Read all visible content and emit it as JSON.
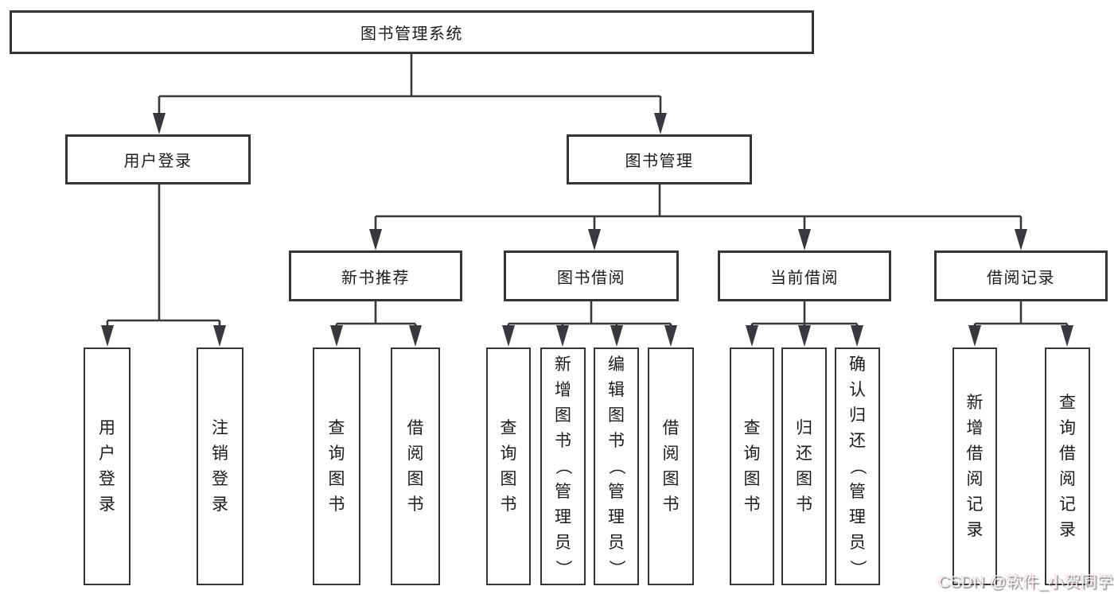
{
  "diagram": {
    "watermark": "CSDN @软件_小贺同学",
    "colors": {
      "line": "#38393c",
      "box_border": "#333538",
      "text": "#1a1b1d",
      "background": "#ffffff",
      "watermark_fill": "#f2f2f2",
      "watermark_shadow": "#5a5b5f",
      "watermark_accent": "#fc5b6e"
    }
  },
  "tree": {
    "root": {
      "label": "图书管理系统",
      "children": [
        {
          "label": "用户登录",
          "children": [
            {
              "label": "用户登录"
            },
            {
              "label": "注销登录"
            }
          ]
        },
        {
          "label": "图书管理",
          "children": [
            {
              "label": "新书推荐",
              "children": [
                {
                  "label": "查询图书"
                },
                {
                  "label": "借阅图书"
                }
              ]
            },
            {
              "label": "图书借阅",
              "children": [
                {
                  "label": "查询图书"
                },
                {
                  "label": "新增图书（管理员）"
                },
                {
                  "label": "编辑图书（管理员）"
                },
                {
                  "label": "借阅图书"
                }
              ]
            },
            {
              "label": "当前借阅",
              "children": [
                {
                  "label": "查询图书"
                },
                {
                  "label": "归还图书"
                },
                {
                  "label": "确认归还（管理员）"
                }
              ]
            },
            {
              "label": "借阅记录",
              "children": [
                {
                  "label": "新增借阅记录"
                },
                {
                  "label": "查询借阅记录"
                }
              ]
            }
          ]
        }
      ]
    }
  }
}
